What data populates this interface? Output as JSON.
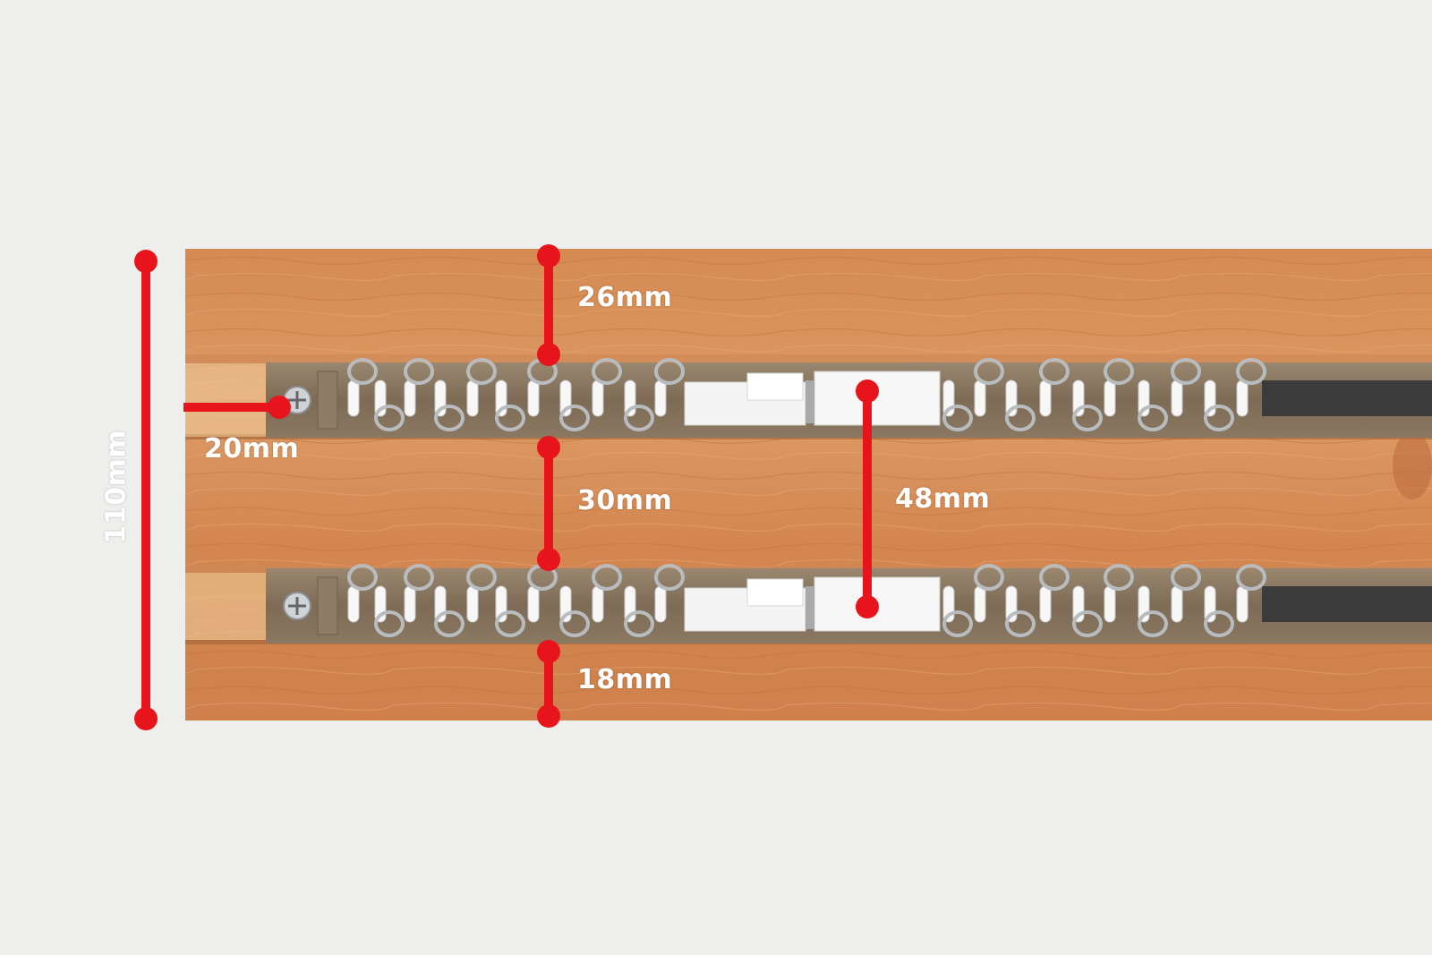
{
  "colors": {
    "background": "#eeeeec",
    "wood": "#d9915a",
    "rail": "#8a7760",
    "dimension_line": "#e8141b",
    "label_text": "#ffffff"
  },
  "dimensions": {
    "total_height": "110mm",
    "top_margin": "26mm",
    "rail_spacing": "30mm",
    "bottom_margin": "18mm",
    "side_offset": "20mm",
    "rail_center_gap": "48mm"
  }
}
